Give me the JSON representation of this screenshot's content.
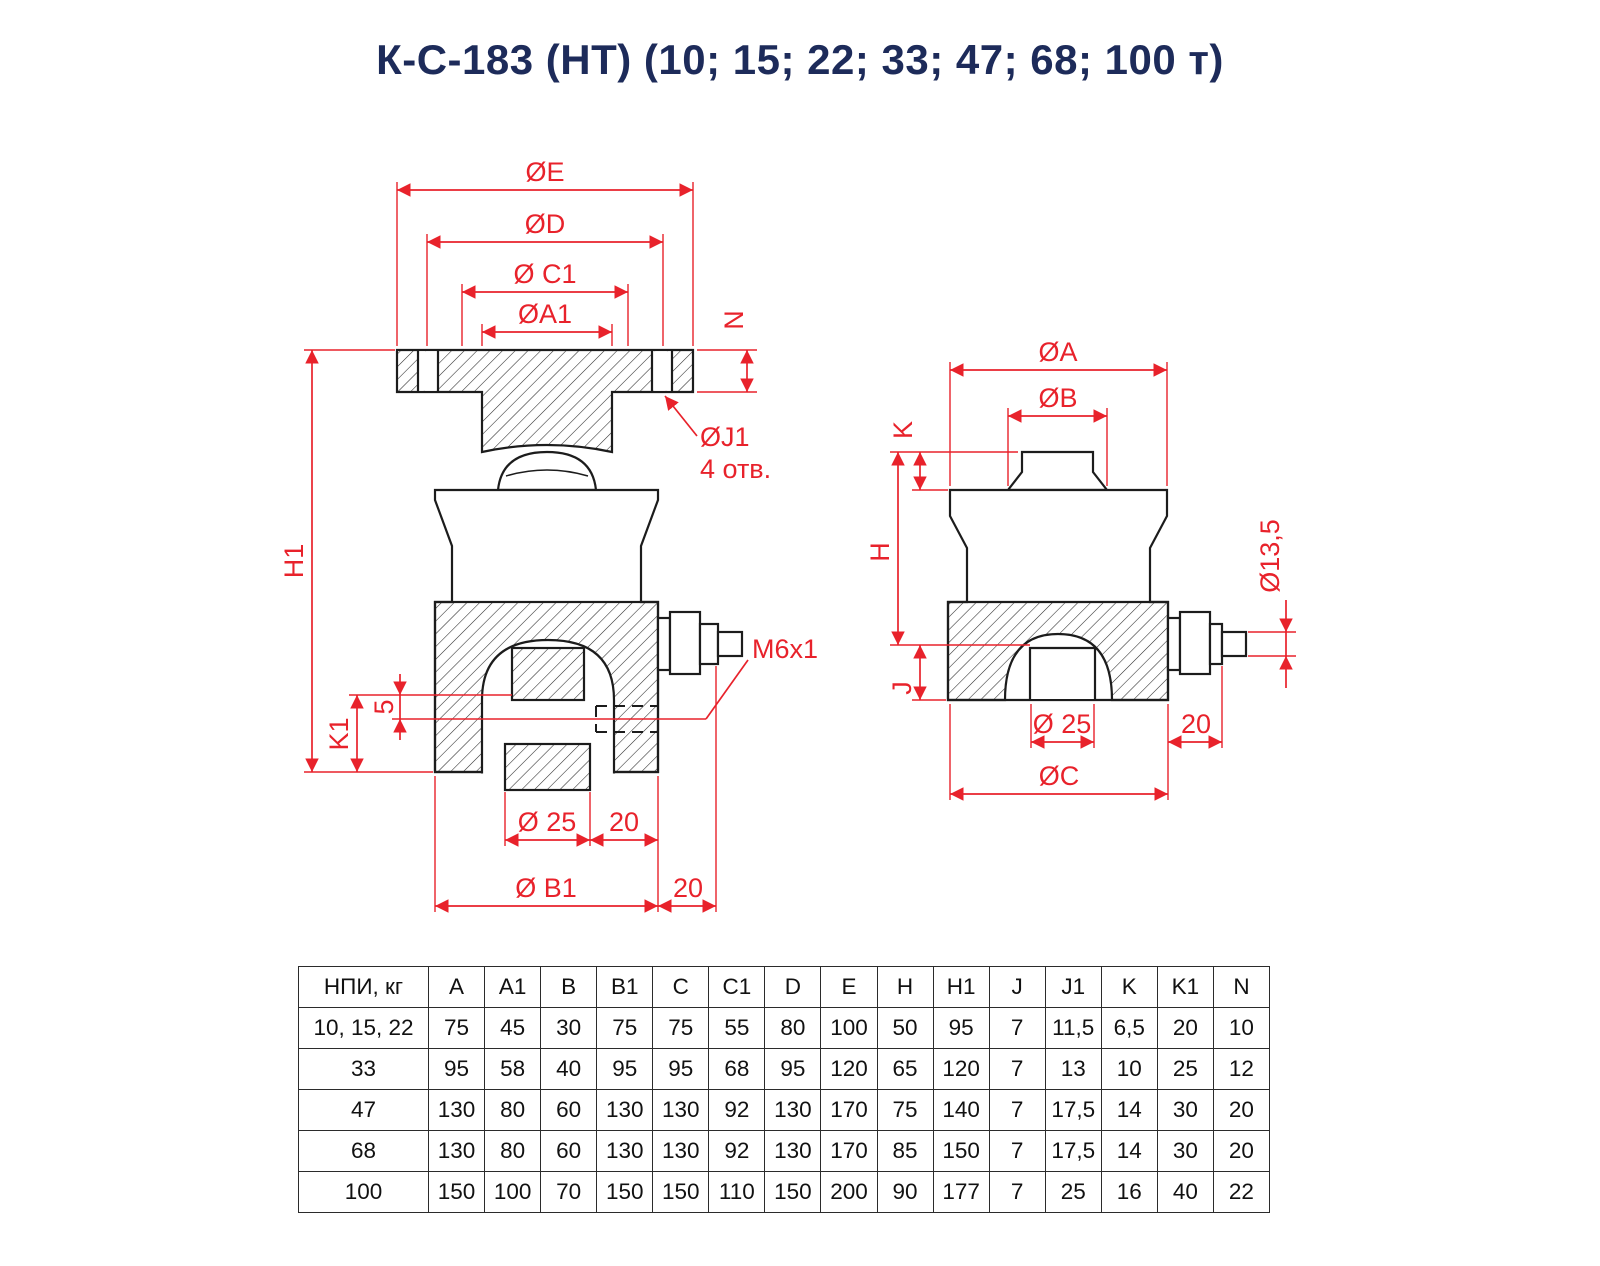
{
  "title": "К-С-183 (НТ) (10; 15; 22; 33; 47; 68; 100 т)",
  "colors": {
    "dimension_red": "#e8222b",
    "drawing_black": "#1c1c1c",
    "title_navy": "#1d2b5a"
  },
  "left_view": {
    "dims": {
      "e": "ØE",
      "d": "ØD",
      "c1": "Ø C1",
      "a1": "ØA1",
      "n": "N",
      "j1": "ØJ1",
      "j1_holes": "4 отв.",
      "h1": "H1",
      "k1": "K1",
      "offset5": "5",
      "thread": "M6x1",
      "stud": "Ø 25",
      "stud_gap": "20",
      "b1": "Ø B1",
      "connector": "20"
    }
  },
  "right_view": {
    "dims": {
      "a": "ØA",
      "b": "ØB",
      "k": "K",
      "h": "H",
      "j": "J",
      "cap": "Ø13,5",
      "slot": "Ø 25",
      "connector": "20",
      "c": "ØC"
    }
  },
  "table": {
    "headers": [
      "НПИ, кг",
      "A",
      "A1",
      "B",
      "B1",
      "C",
      "C1",
      "D",
      "E",
      "H",
      "H1",
      "J",
      "J1",
      "K",
      "K1",
      "N"
    ],
    "rows": [
      [
        "10, 15, 22",
        "75",
        "45",
        "30",
        "75",
        "75",
        "55",
        "80",
        "100",
        "50",
        "95",
        "7",
        "11,5",
        "6,5",
        "20",
        "10"
      ],
      [
        "33",
        "95",
        "58",
        "40",
        "95",
        "95",
        "68",
        "95",
        "120",
        "65",
        "120",
        "7",
        "13",
        "10",
        "25",
        "12"
      ],
      [
        "47",
        "130",
        "80",
        "60",
        "130",
        "130",
        "92",
        "130",
        "170",
        "75",
        "140",
        "7",
        "17,5",
        "14",
        "30",
        "20"
      ],
      [
        "68",
        "130",
        "80",
        "60",
        "130",
        "130",
        "92",
        "130",
        "170",
        "85",
        "150",
        "7",
        "17,5",
        "14",
        "30",
        "20"
      ],
      [
        "100",
        "150",
        "100",
        "70",
        "150",
        "150",
        "110",
        "150",
        "200",
        "90",
        "177",
        "7",
        "25",
        "16",
        "40",
        "22"
      ]
    ]
  }
}
